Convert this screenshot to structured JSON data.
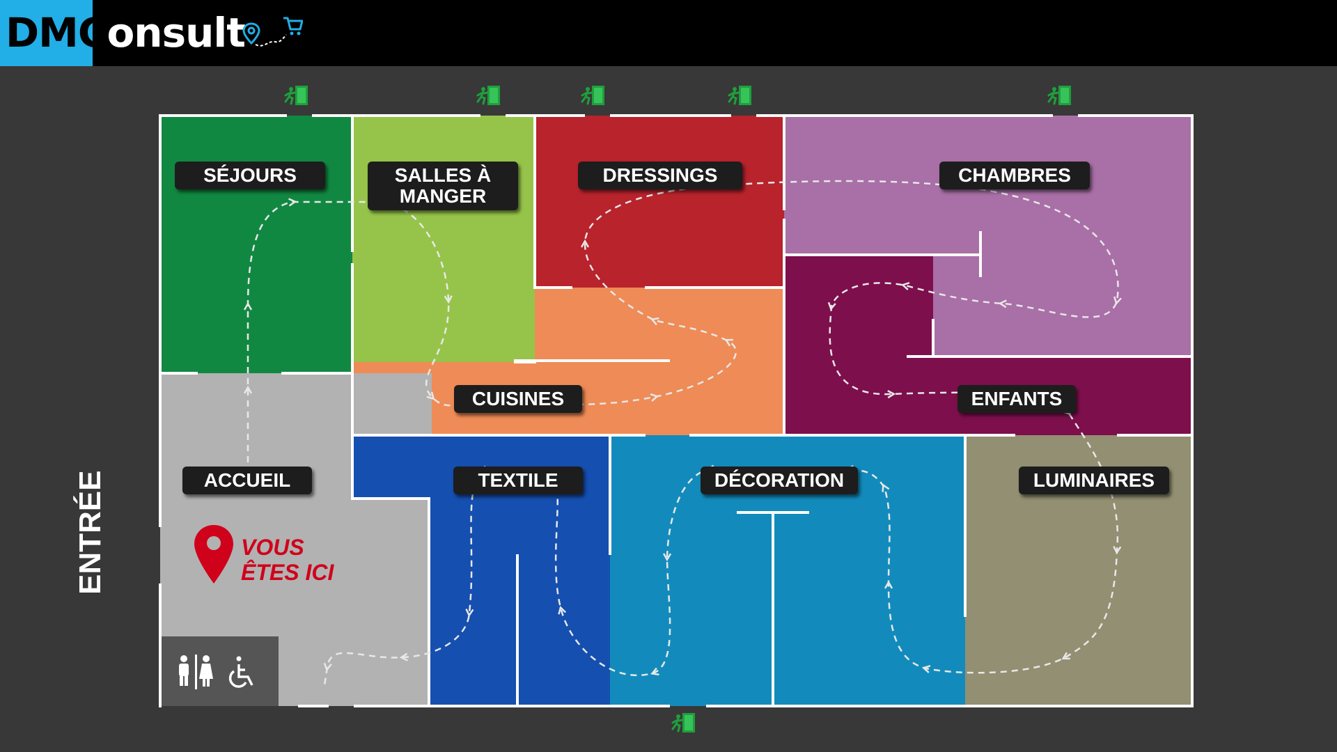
{
  "header": {
    "logo_prefix": "DMC",
    "logo_suffix": "onsult",
    "brand_color": "#22aee6"
  },
  "plan": {
    "entrance_label": "ENTRÉE",
    "you_are_here": "VOUS\nÊTES ICI",
    "departments": [
      {
        "label": "SÉJOURS",
        "color": "#118841"
      },
      {
        "label": "SALLES À\nMANGER",
        "color": "#96c44a"
      },
      {
        "label": "DRESSINGS",
        "color": "#b8232c"
      },
      {
        "label": "CHAMBRES",
        "color": "#a96fa7"
      },
      {
        "label": "CUISINES",
        "color": "#ef8b56"
      },
      {
        "label": "ENFANTS",
        "color": "#7d0f4c"
      },
      {
        "label": "ACCUEIL",
        "color": "#b2b2b2"
      },
      {
        "label": "TEXTILE",
        "color": "#154fb0"
      },
      {
        "label": "DÉCORATION",
        "color": "#128bbc"
      },
      {
        "label": "LUMINAIRES",
        "color": "#928f72"
      }
    ],
    "icons": [
      "emergency-exit-icon",
      "toilets-icon",
      "wheelchair-icon",
      "location-pin-icon",
      "shopping-cart-icon"
    ],
    "colors": {
      "exit": "#1f9f3c",
      "pin": "#d0021b",
      "background": "#383838"
    }
  }
}
